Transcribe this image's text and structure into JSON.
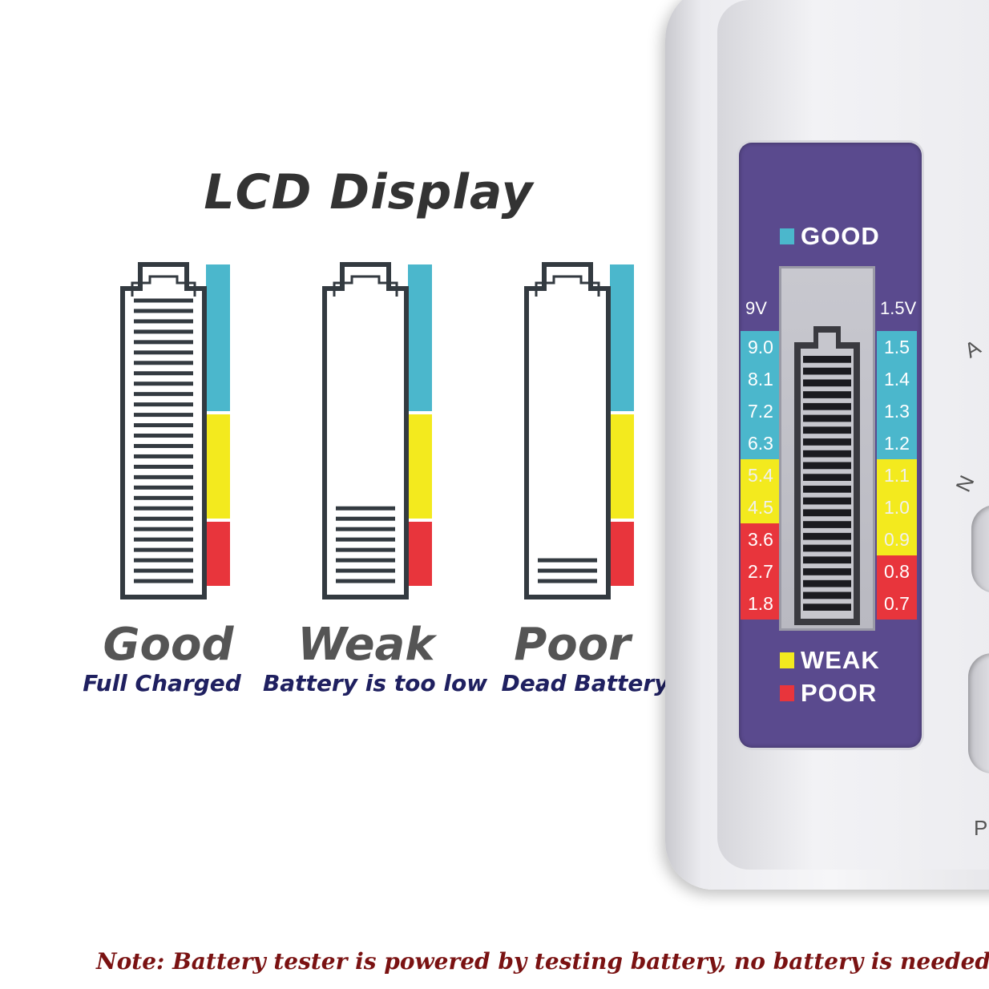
{
  "title": "LCD Display",
  "colors": {
    "good": "#4bb7cc",
    "weak": "#f3ea1e",
    "poor": "#e8353c",
    "outline": "#333a40",
    "panel": "#5a4a8e"
  },
  "batteries": [
    {
      "name": "Good",
      "desc": "Full Charged",
      "level": 1.0
    },
    {
      "name": "Weak",
      "desc": "Battery is too low",
      "level": 0.3
    },
    {
      "name": "Poor",
      "desc": "Dead Battery",
      "level": 0.1
    }
  ],
  "device": {
    "legend_good": "GOOD",
    "legend_weak": "WEAK",
    "legend_poor": "POOR",
    "left_header": "9V",
    "right_header": "1.5V",
    "left_scale": [
      {
        "v": "9.0",
        "c": "good"
      },
      {
        "v": "8.1",
        "c": "good"
      },
      {
        "v": "7.2",
        "c": "good"
      },
      {
        "v": "6.3",
        "c": "good"
      },
      {
        "v": "5.4",
        "c": "weak"
      },
      {
        "v": "4.5",
        "c": "weak"
      },
      {
        "v": "3.6",
        "c": "poor"
      },
      {
        "v": "2.7",
        "c": "poor"
      },
      {
        "v": "1.8",
        "c": "poor"
      }
    ],
    "right_scale": [
      {
        "v": "1.5",
        "c": "good"
      },
      {
        "v": "1.4",
        "c": "good"
      },
      {
        "v": "1.3",
        "c": "good"
      },
      {
        "v": "1.2",
        "c": "good"
      },
      {
        "v": "1.1",
        "c": "weak"
      },
      {
        "v": "1.0",
        "c": "weak"
      },
      {
        "v": "0.9",
        "c": "weak"
      },
      {
        "v": "0.8",
        "c": "poor"
      },
      {
        "v": "0.7",
        "c": "poor"
      }
    ],
    "lcd_level": 1.0
  },
  "note": "Note: Battery tester is powered by testing battery, no battery is needed."
}
